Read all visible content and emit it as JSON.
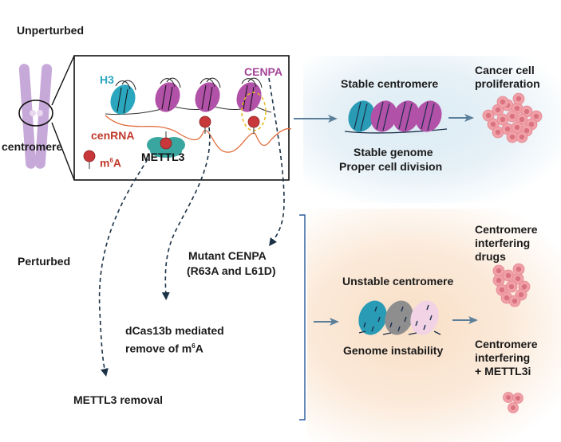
{
  "sections": {
    "unperturbed": "Unperturbed",
    "perturbed": "Perturbed"
  },
  "chromosome": {
    "label": "centromere"
  },
  "inset": {
    "h3_label": "H3",
    "cenpa_label": "CENPA",
    "cenrna_label": "cenRNA",
    "mettl3_label": "METTL3",
    "m6a_legend": {
      "base": "m",
      "sup": "6",
      "tail": "A"
    }
  },
  "stable": {
    "title": "Stable centromere",
    "line1": "Stable genome",
    "line2": "Proper cell division",
    "outcome_line1": "Cancer cell",
    "outcome_line2": "proliferation"
  },
  "perturbations": {
    "cenpa_line1": "Mutant CENPA",
    "cenpa_line2": "(R63A and L61D)",
    "dcas_line1": "dCas13b mediated",
    "dcas_line2_base": "remove of m",
    "dcas_line2_sup": "6",
    "dcas_line2_tail": "A",
    "mettl3": "METTL3 removal"
  },
  "unstable": {
    "title": "Unstable centromere",
    "subtitle": "Genome instability",
    "drug1_line1": "Centromere",
    "drug1_line2": "interfering",
    "drug1_line3": "drugs",
    "drug2_line1": "Centromere",
    "drug2_line2": "interfering",
    "drug2_line3": "+ METTL3i"
  },
  "colors": {
    "h3": "#2aa7bf",
    "cenpa": "#a3449a",
    "cenrna": "#e07040",
    "m6a": "#c8383a",
    "mettl3": "#3aa6a0",
    "arrow": "#5b7f9a",
    "dashed": "#1b3246",
    "text_red": "#c0392b"
  }
}
